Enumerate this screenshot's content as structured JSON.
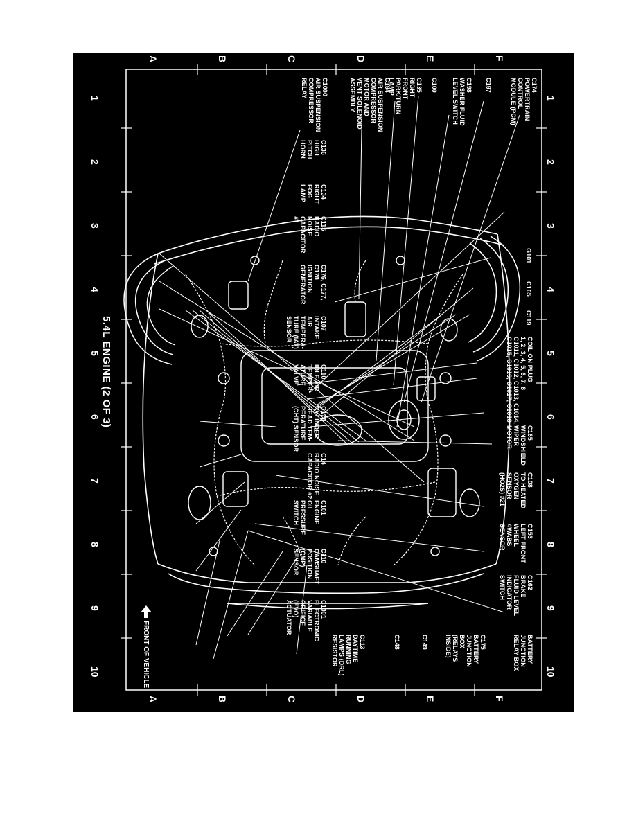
{
  "title": "5.4L ENGINE (2 OF 3)",
  "front_label": "FRONT OF VEHICLE",
  "grid": {
    "rows": [
      "A",
      "B",
      "C",
      "D",
      "E",
      "F"
    ],
    "cols": [
      "1",
      "2",
      "3",
      "4",
      "5",
      "6",
      "7",
      "8",
      "9",
      "10"
    ]
  },
  "labels": {
    "c174": "C174\nPOWERTRAIN\nCONTROL\nMODULE (PCM)",
    "c197": "C197",
    "c198": "C198\nWASHER FLUID\nLEVEL SWITCH",
    "c100": "C100",
    "c135": "C135\nRIGHT\nFRONT\nPARK/TURN\nLAMP",
    "c194": "C194\nAIR SUSPENSION\nCOMPRESSOR\nMOTOR AND\nVENT SOLENOID\nASSEMBLY",
    "c1000": "C1000\nAIR SUSPENSION\nCOMPRESSOR\nRELAY",
    "c136": "C136\nHIGH\nPITCH\nHORN",
    "c134": "C134\nRIGHT\nFOG\nLAMP",
    "c115": "C115\nRADIO\nNOISE\nCAPACITOR\n#1",
    "c176": "C176, C177,\nC178\nIGNITION\nGENERATOR",
    "c107": "C107\nINTAKE\nAIR\nTEMPERA-\nTURE (IAT)\nSENSOR",
    "c110a": "C110\nIDLE AIR\nTEMPER-\nATURE\nVALVE",
    "c179": "C179\nCYLINDER\nHEAD TEM-\nPERATURE\n(CHT) SENSOR",
    "c14": "C14\nRADIO NOISE\nCAPACITOR #2",
    "c101": "C101\nENGINE\nOIL\nPRESSURE\nSWITCH",
    "c110b": "C110\nCAMSHAFT\nPOSITION\n(CMP)\nSENSOR",
    "c1001": "C1001\nELECTRONIC\nVARIABLE\nORIFICE\n(EVO)\nACTUATOR",
    "g101": "G101",
    "c165a": "C165",
    "c119": "C119",
    "coil": "COIL ON PLUG\n1, 2, 3, 4, 5, 6, 7, 8\nC1011, C1012, C1013, C1014,\nC1015, C1016, C1017, C1018",
    "c165b": "C165\nWINDSHIELD\nWIPER\nMOTOR",
    "c108": "C108\nTO HEATED\nOXYGEN\nSENSOR\n(HO2S) #21",
    "c153": "C153\nLEFT FRONT\nWHEEL\n4WABS\nSENSOR",
    "c162": "C162\nBRAKE\nFLUID LEVEL\nINDICATOR\nSWITCH",
    "bjb": "BATTERY\nJUNCTION\nRELAY BOX",
    "c175": "C175\nBATTERY\nJUNCTION\nBOX\n(RELAYS\nINSIDE)",
    "c149": "C149",
    "c148": "C148",
    "c113": "C113\nDAYTIME\nRUNNING\nLAMPS (DRL)\nRESISTOR"
  }
}
